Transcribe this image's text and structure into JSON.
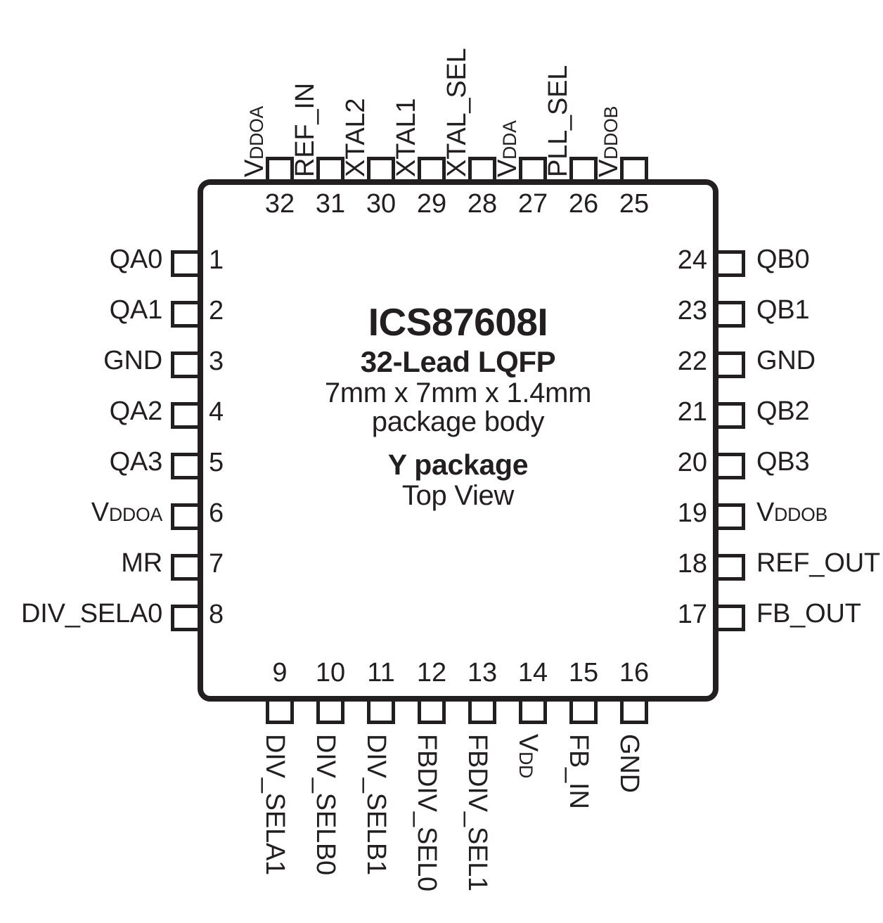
{
  "device": {
    "part_number": "ICS87608I",
    "lead_count_line": "32-Lead LQFP",
    "dimensions_line": "7mm x 7mm x 1.4mm",
    "body_word": "package body",
    "package_code": "Y package",
    "view": "Top View"
  },
  "colors": {
    "outline": "#231f20",
    "background": "#ffffff"
  },
  "pins": {
    "left": [
      {
        "number": "1",
        "label": "QA0"
      },
      {
        "number": "2",
        "label": "QA1"
      },
      {
        "number": "3",
        "label": "GND"
      },
      {
        "number": "4",
        "label": "QA2"
      },
      {
        "number": "5",
        "label": "QA3"
      },
      {
        "number": "6",
        "label": "VDDOA",
        "label_main": "V",
        "label_small": "DDOA"
      },
      {
        "number": "7",
        "label": "MR"
      },
      {
        "number": "8",
        "label": "DIV_SELA0"
      }
    ],
    "bottom": [
      {
        "number": "9",
        "label": "DIV_SELA1"
      },
      {
        "number": "10",
        "label": "DIV_SELB0"
      },
      {
        "number": "11",
        "label": "DIV_SELB1"
      },
      {
        "number": "12",
        "label": "FBDIV_SEL0"
      },
      {
        "number": "13",
        "label": "FBDIV_SEL1"
      },
      {
        "number": "14",
        "label": "VDD",
        "label_main": "V",
        "label_small": "DD"
      },
      {
        "number": "15",
        "label": "FB_IN"
      },
      {
        "number": "16",
        "label": "GND"
      }
    ],
    "right": [
      {
        "number": "17",
        "label": "FB_OUT"
      },
      {
        "number": "18",
        "label": "REF_OUT"
      },
      {
        "number": "19",
        "label": "VDDOB",
        "label_main": "V",
        "label_small": "DDOB"
      },
      {
        "number": "20",
        "label": "QB3"
      },
      {
        "number": "21",
        "label": "QB2"
      },
      {
        "number": "22",
        "label": "GND"
      },
      {
        "number": "23",
        "label": "QB1"
      },
      {
        "number": "24",
        "label": "QB0"
      }
    ],
    "top": [
      {
        "number": "25",
        "label": "VDDOB",
        "label_main": "V",
        "label_small": "DDOB"
      },
      {
        "number": "26",
        "label": "PLL_SEL"
      },
      {
        "number": "27",
        "label": "VDDA",
        "label_main": "V",
        "label_small": "DDA"
      },
      {
        "number": "28",
        "label": "XTAL_SEL"
      },
      {
        "number": "29",
        "label": "XTAL1"
      },
      {
        "number": "30",
        "label": "XTAL2"
      },
      {
        "number": "31",
        "label": "REF_IN"
      },
      {
        "number": "32",
        "label": "VDDOA",
        "label_main": "V",
        "label_small": "DDOA"
      }
    ]
  }
}
